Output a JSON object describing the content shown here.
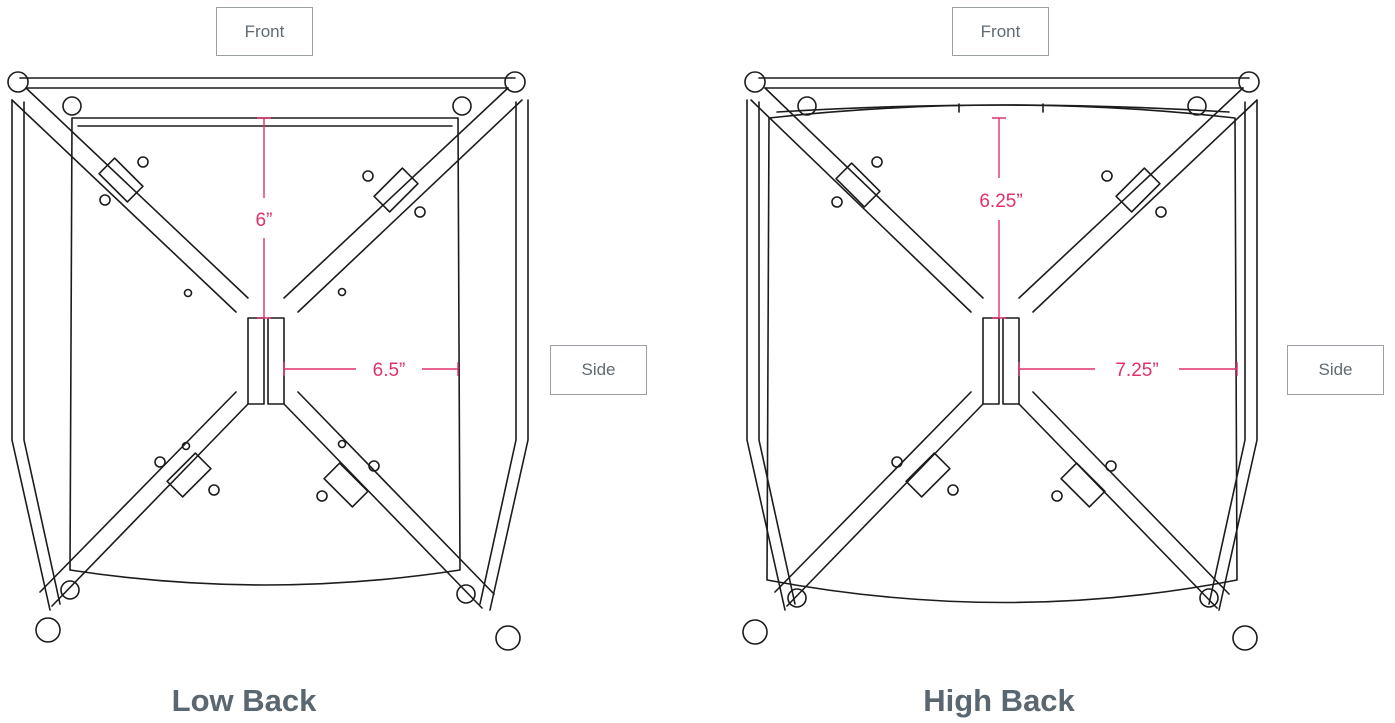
{
  "panels": [
    {
      "front_label": "Front",
      "side_label": "Side",
      "depth_dimension": "6”",
      "width_dimension": "6.5”",
      "title": "Low Back"
    },
    {
      "front_label": "Front",
      "side_label": "Side",
      "depth_dimension": "6.25”",
      "width_dimension": "7.25”",
      "title": "High Back"
    }
  ],
  "colors": {
    "dimension": "#e0306e",
    "outline": "#1c1c1c",
    "label_border": "#9aa0a6",
    "title": "#5a6770"
  }
}
